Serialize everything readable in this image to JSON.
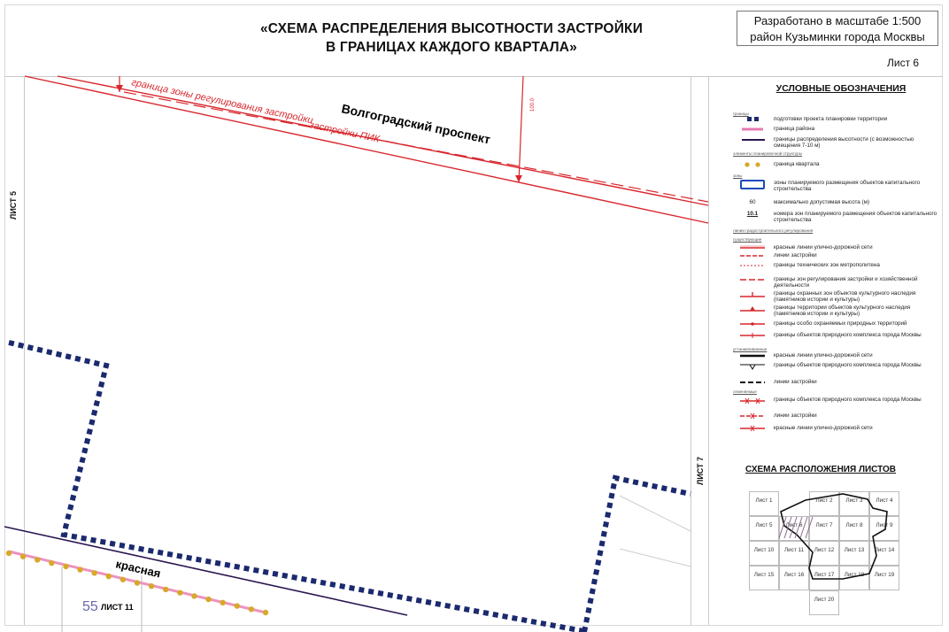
{
  "title": {
    "line1": "«СХЕМА РАСПРЕДЕЛЕНИЯ ВЫСОТНОСТИ ЗАСТРОЙКИ",
    "line2": "В ГРАНИЦАХ КАЖДОГО КВАРТАЛА»"
  },
  "stamp": {
    "line1": "Разработано в масштабе 1:500",
    "line2": "район Кузьминки города Москвы"
  },
  "sheet_number": "Лист 6",
  "map": {
    "street_name": "Волгоградский проспект",
    "red_zone_label_1": "граница зоны регулирования застройки",
    "red_zone_label_2": "застройки ПИК",
    "dim_label": "100.0",
    "krasnaya_label": "красная",
    "zone_number": "55",
    "sheet_left": "ЛИСТ 5",
    "sheet_right": "ЛИСТ 7",
    "sheet_bottom": "ЛИСТ 11",
    "colors": {
      "red_line": "#d8262c",
      "navy_dots": "#1b2a6e",
      "pink_line": "#e879b0",
      "gold_dots": "#d8a82a",
      "purple_line": "#2a1550"
    }
  },
  "legend": {
    "title": "УСЛОВНЫЕ ОБОЗНАЧЕНИЯ",
    "headers": {
      "boundaries": "границы",
      "planning_structure": "элементы планировочной структуры",
      "zones": "зоны",
      "regulations": "линии градостроительного регулирования",
      "existing": "существующие",
      "established": "устанавливаемые",
      "cancelled": "отменяемые"
    },
    "items": [
      "подготовки проекта планировки территории",
      "граница района",
      "границы распределения высотности (с возможностью смещения 7-10 м)",
      "граница квартала",
      "зоны планируемого размещения объектов капитального строительства",
      "максимально допустимая высота (м)",
      "номера зон планируемого размещения объектов капитального строительства",
      "красные линии улично-дорожной сети",
      "линии застройки",
      "границы технических зон метрополитена",
      "границы зон регулирования застройки и хозяйственной деятельности",
      "границы охранных зон объектов культурного наследия (памятников истории и культуры)",
      "границы территории объектов культурного наследия (памятников истории и культуры)",
      "границы особо охраняемых природных территорий",
      "границы объектов природного комплекса города Москвы",
      "красные линии улично-дорожной сети",
      "границы объектов природного комплекса города Москвы",
      "линии застройки",
      "границы объектов природного комплекса города Москвы",
      "линии застройки",
      "красные линии улично-дорожной сети"
    ],
    "height_sample": "60",
    "zone_number_sample": "10.1"
  },
  "sheet_scheme": {
    "title": "СХЕМА РАСПОЛОЖЕНИЯ ЛИСТОВ",
    "cells": [
      "Лист 1",
      "Лист 2",
      "Лист 3",
      "Лист 4",
      "Лист 5",
      "Лист 6",
      "Лист 7",
      "Лист 8",
      "Лист 9",
      "Лист 10",
      "Лист 11",
      "Лист 12",
      "Лист 13",
      "Лист 14",
      "Лист 15",
      "Лист 16",
      "Лист 17",
      "Лист 18",
      "Лист 19",
      "Лист 20"
    ]
  }
}
